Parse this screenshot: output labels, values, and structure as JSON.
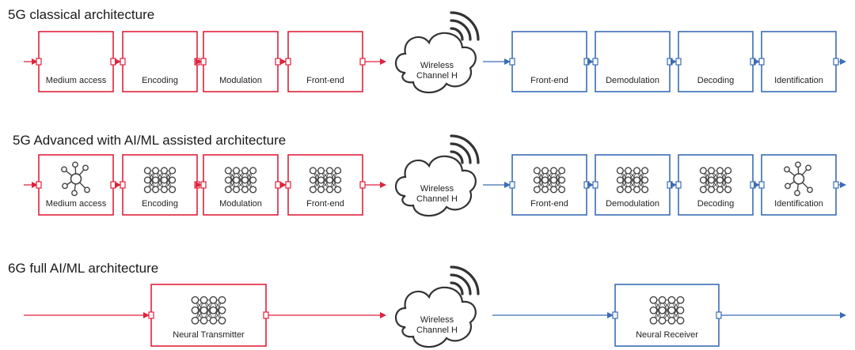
{
  "colors": {
    "transmitter": "#e0223c",
    "receiver": "#3b6db5",
    "text": "#1a1a1a",
    "icon": "#444444"
  },
  "rows": [
    {
      "title": "5G classical architecture",
      "tx_blocks": [
        {
          "label": "Medium access",
          "icon": "none"
        },
        {
          "label": "Encoding",
          "icon": "none"
        },
        {
          "label": "Modulation",
          "icon": "none"
        },
        {
          "label": "Front-end",
          "icon": "none"
        }
      ],
      "channel": {
        "line1": "Wireless",
        "line2": "Channel H"
      },
      "rx_blocks": [
        {
          "label": "Front-end",
          "icon": "none"
        },
        {
          "label": "Demodulation",
          "icon": "none"
        },
        {
          "label": "Decoding",
          "icon": "none"
        },
        {
          "label": "Identification",
          "icon": "none"
        }
      ]
    },
    {
      "title": "5G Advanced with AI/ML assisted architecture",
      "tx_blocks": [
        {
          "label": "Medium access",
          "icon": "hub-network-icon"
        },
        {
          "label": "Encoding",
          "icon": "neural-network-icon"
        },
        {
          "label": "Modulation",
          "icon": "neural-network-icon"
        },
        {
          "label": "Front-end",
          "icon": "neural-network-icon"
        }
      ],
      "channel": {
        "line1": "Wireless",
        "line2": "Channel H"
      },
      "rx_blocks": [
        {
          "label": "Front-end",
          "icon": "neural-network-icon"
        },
        {
          "label": "Demodulation",
          "icon": "neural-network-icon"
        },
        {
          "label": "Decoding",
          "icon": "neural-network-icon"
        },
        {
          "label": "Identification",
          "icon": "hub-network-icon"
        }
      ]
    },
    {
      "title": "6G full AI/ML architecture",
      "tx_blocks": [
        {
          "label": "Neural Transmitter",
          "icon": "neural-network-icon"
        }
      ],
      "channel": {
        "line1": "Wireless",
        "line2": "Channel H"
      },
      "rx_blocks": [
        {
          "label": "Neural Receiver",
          "icon": "neural-network-icon"
        }
      ]
    }
  ]
}
